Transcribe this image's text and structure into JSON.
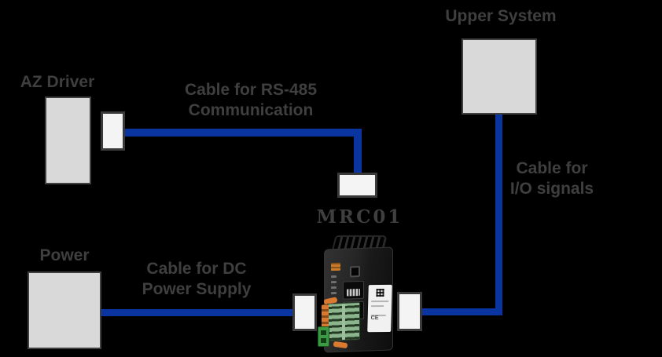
{
  "labels": {
    "upper_system": "Upper System",
    "az_driver": "AZ Driver",
    "power": "Power",
    "device": "MRC01"
  },
  "cables": {
    "rs485": {
      "line1": "Cable for RS-485",
      "line2": "Communication"
    },
    "io": {
      "line1": "Cable for",
      "line2": "I/O signals"
    },
    "dc": {
      "line1": "Cable for DC",
      "line2": "Power Supply"
    }
  },
  "device_label": {
    "ce_mark": "CE"
  },
  "colors": {
    "background": "#000000",
    "cable_blue": "#0a34a0",
    "node_fill": "#d9d9d9",
    "node_border": "#404040",
    "connector_fill": "#f4f4f4",
    "connector_border": "#3a3a3a",
    "text": "#3f3f3f"
  }
}
